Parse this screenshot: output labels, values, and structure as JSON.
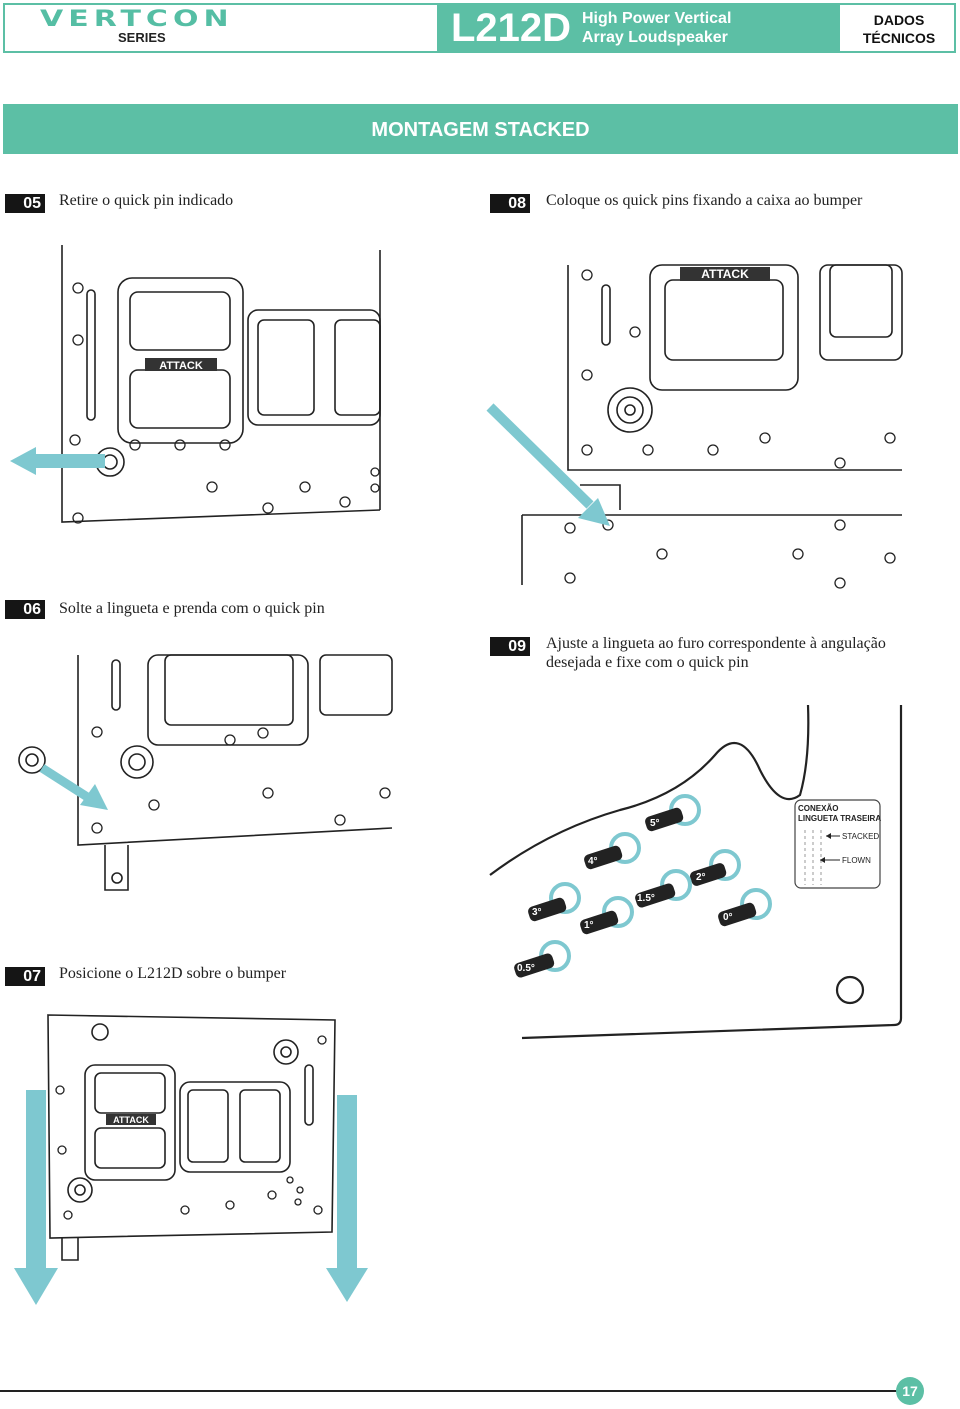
{
  "header": {
    "brand": "VERTCON",
    "series": "SERIES",
    "model": "L212D",
    "subtitle_line1": "High Power Vertical",
    "subtitle_line2": "Array Loudspeaker",
    "section_line1": "DADOS",
    "section_line2": "TÉCNICOS"
  },
  "banner": {
    "title": "MONTAGEM STACKED"
  },
  "steps": [
    {
      "number": "05",
      "text": "Retire o quick pin indicado"
    },
    {
      "number": "06",
      "text": "Solte a lingueta e prenda com o quick pin"
    },
    {
      "number": "07",
      "text": "Posicione o L212D sobre o bumper"
    },
    {
      "number": "08",
      "text": "Coloque os quick pins fixando a caixa ao bumper"
    },
    {
      "number": "09",
      "text_line1": "Ajuste a lingueta ao furo correspondente à angulação",
      "text_line2": "desejada e fixe com o quick pin"
    }
  ],
  "illustration": {
    "handle_label": "ATTACK",
    "angle_labels": [
      "5°",
      "4°",
      "2°",
      "1.5°",
      "3°",
      "1°",
      "0°",
      "0.5°"
    ],
    "legend_title1": "CONEXÃO",
    "legend_title2": "LINGUETA TRASEIRA",
    "legend_stacked": "STACKED",
    "legend_flown": "FLOWN"
  },
  "footer": {
    "page": "17"
  },
  "colors": {
    "accent": "#5cbfa5",
    "arrow": "#7ec8d0",
    "dark": "#151515"
  }
}
